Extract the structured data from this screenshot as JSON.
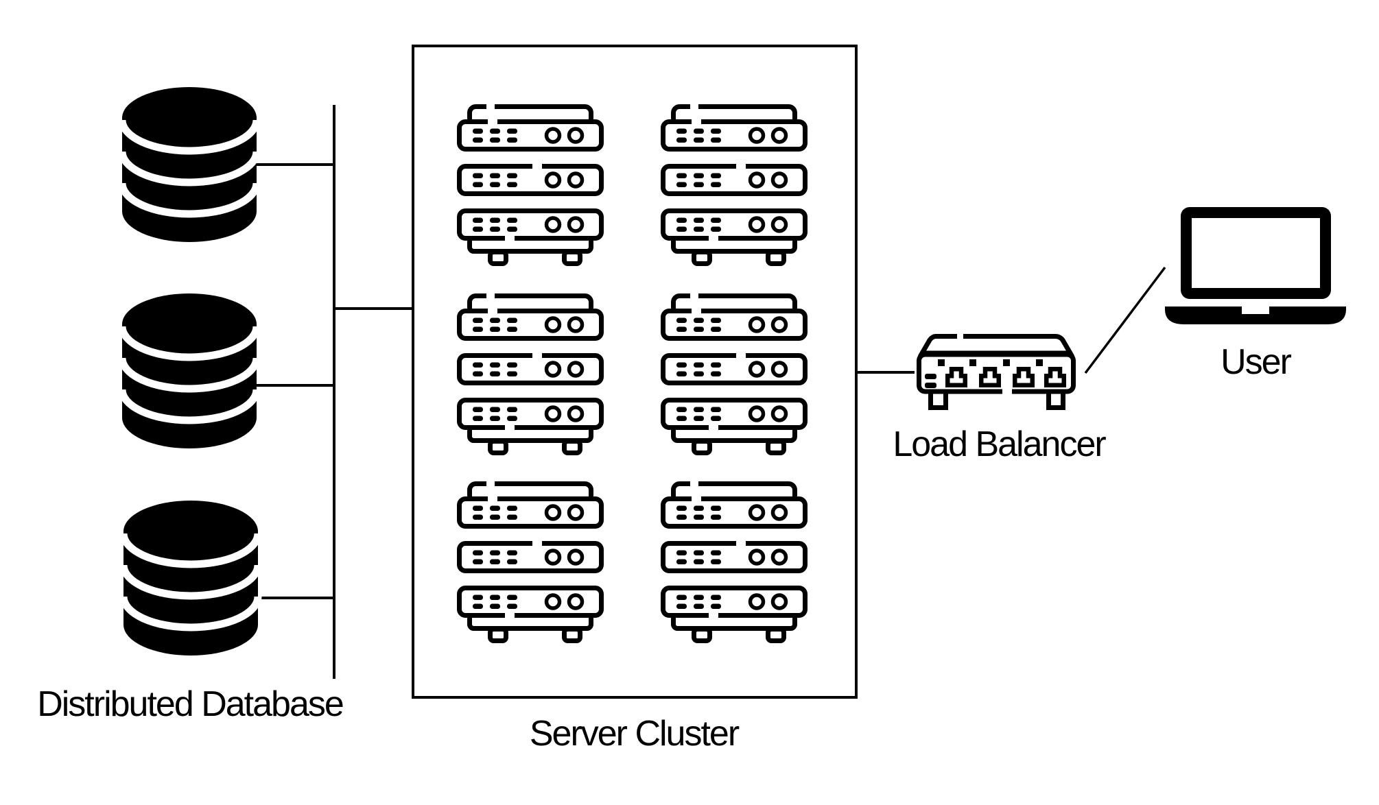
{
  "diagram": {
    "labels": {
      "distributed_database": "Distributed Database",
      "server_cluster": "Server Cluster",
      "load_balancer": "Load Balancer",
      "user": "User"
    },
    "colors": {
      "foreground": "#000000",
      "background": "#ffffff"
    },
    "counts": {
      "databases": 3,
      "server_racks": 6,
      "rack_units_per_rack": 3,
      "switch_ports": 4
    }
  }
}
